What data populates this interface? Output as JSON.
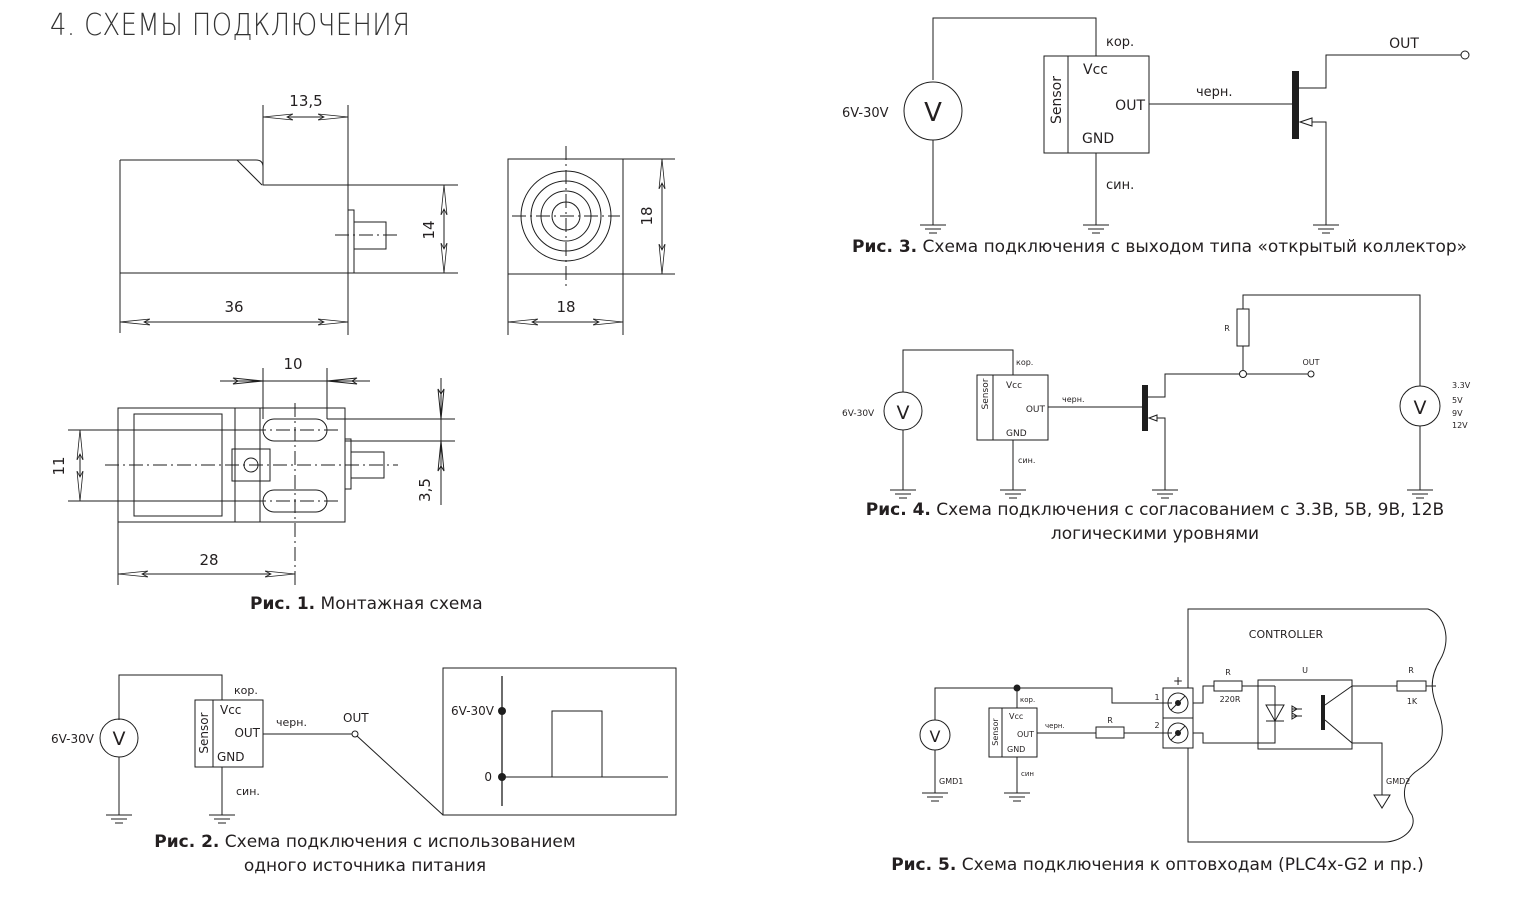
{
  "page_title": "4. СХЕМЫ ПОДКЛЮЧЕНИЯ",
  "figures": {
    "fig1": {
      "caption_num": "Рис. 1.",
      "caption_text": "Монтажная схема",
      "dims": {
        "side_top": "13,5",
        "side_length": "36",
        "side_height": "14",
        "front_width": "18",
        "front_height": "18",
        "top_slot_spacing": "10",
        "top_hole_spacing": "11",
        "top_slot_width": "3,5",
        "top_length": "28"
      }
    },
    "fig2": {
      "caption_num": "Рис. 2.",
      "caption_line1": "Схема подключения с использованием",
      "caption_line2": "одного источника питания",
      "supply_label": "6V-30V",
      "meter": "V",
      "sensor": "Sensor",
      "vcc": "Vcc",
      "out": "OUT",
      "gnd": "GND",
      "wire_brown": "кор.",
      "wire_black": "черн.",
      "wire_blue": "син.",
      "out_terminal": "OUT",
      "graph_high": "6V-30V",
      "graph_low": "0"
    },
    "fig3": {
      "caption_num": "Рис. 3.",
      "caption_text": "Схема подключения с выходом типа «открытый коллектор»",
      "supply_label": "6V-30V",
      "meter": "V",
      "sensor": "Sensor",
      "vcc": "Vcc",
      "out": "OUT",
      "gnd": "GND",
      "wire_brown": "кор.",
      "wire_black": "черн.",
      "wire_blue": "син.",
      "out_terminal": "OUT"
    },
    "fig4": {
      "caption_num": "Рис. 4.",
      "caption_line1": "Схема подключения с согласованием с 3.3В, 5В, 9В, 12В",
      "caption_line2": "логическими уровнями",
      "supply_label": "6V-30V",
      "meter": "V",
      "sensor": "Sensor",
      "vcc": "Vcc",
      "out": "OUT",
      "gnd": "GND",
      "wire_brown": "кор.",
      "wire_black": "черн.",
      "wire_blue": "син.",
      "resistor": "R",
      "out_terminal": "OUT",
      "logic_meter": "V",
      "logic_levels": [
        "3.3V",
        "5V",
        "9V",
        "12V"
      ]
    },
    "fig5": {
      "caption_num": "Рис. 5.",
      "caption_text": "Схема подключения к оптовходам (PLC4x-G2 и пр.)",
      "meter": "V",
      "sensor": "Sensor",
      "vcc": "Vcc",
      "out": "OUT",
      "gnd": "GND",
      "wire_brown": "кор.",
      "wire_black": "черн.",
      "wire_blue": "син",
      "series_resistor": "R",
      "gnd1": "GMD1",
      "gnd2": "GMD2",
      "controller": "CONTROLLER",
      "terminal_plus": "+",
      "terminal_1": "1",
      "terminal_2": "2",
      "r_in_label": "R",
      "r_in_value": "220R",
      "optocoupler": "U",
      "r_out_label": "R",
      "r_out_value": "1K"
    }
  }
}
